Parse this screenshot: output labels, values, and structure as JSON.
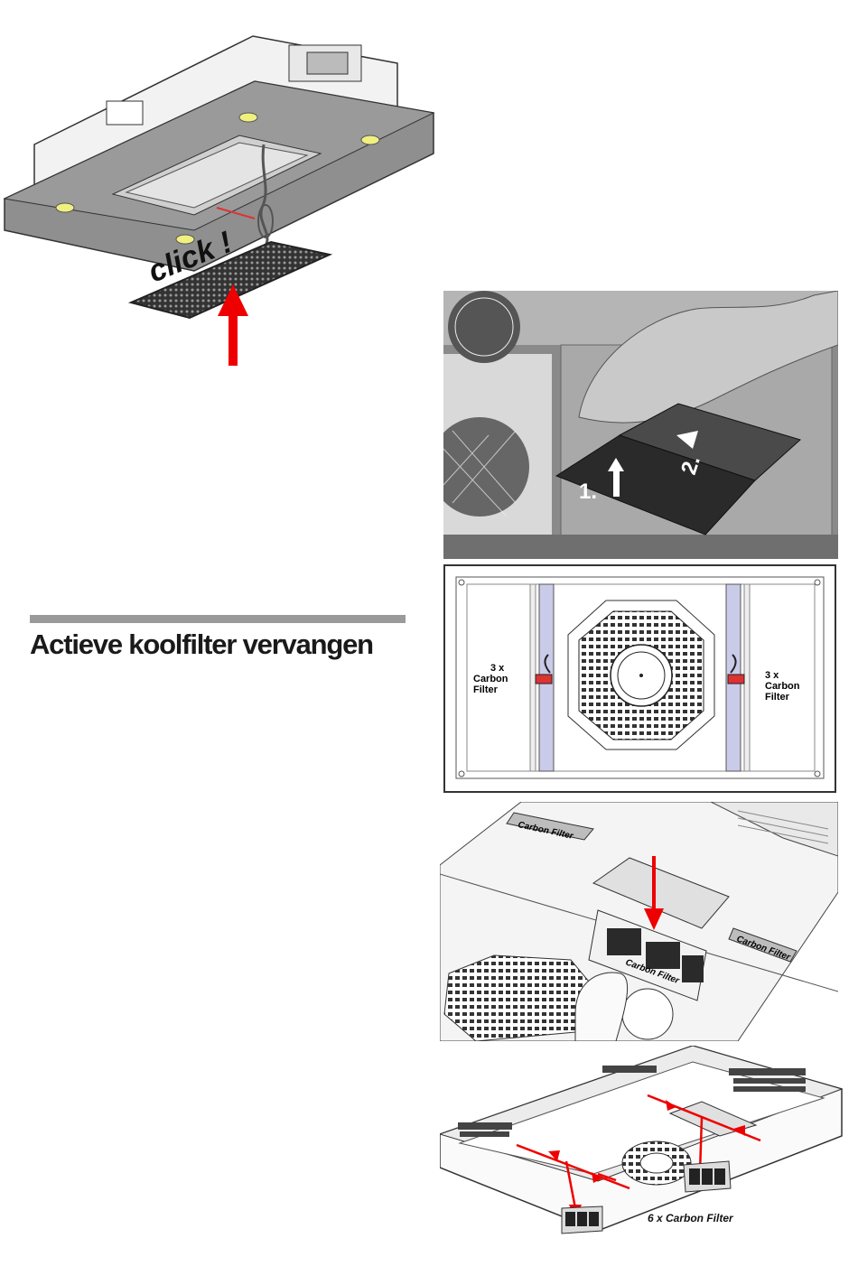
{
  "figure_hood": {
    "label": "click !"
  },
  "figure_photo": {
    "step1": "1.",
    "step2": "2."
  },
  "figure_plan": {
    "left_count": "3 x",
    "left_name1": "Carbon",
    "left_name2": "Filter",
    "right_count": "3 x",
    "right_name1": "Carbon",
    "right_name2": "Filter"
  },
  "figure_insert": {
    "label_top": "Carbon Filter",
    "label_right": "Carbon Filter",
    "label_cassette": "Carbon Filter"
  },
  "figure_overview": {
    "caption": "6 x Carbon Filter"
  },
  "section": {
    "title": "Actieve koolfilter vervangen"
  }
}
